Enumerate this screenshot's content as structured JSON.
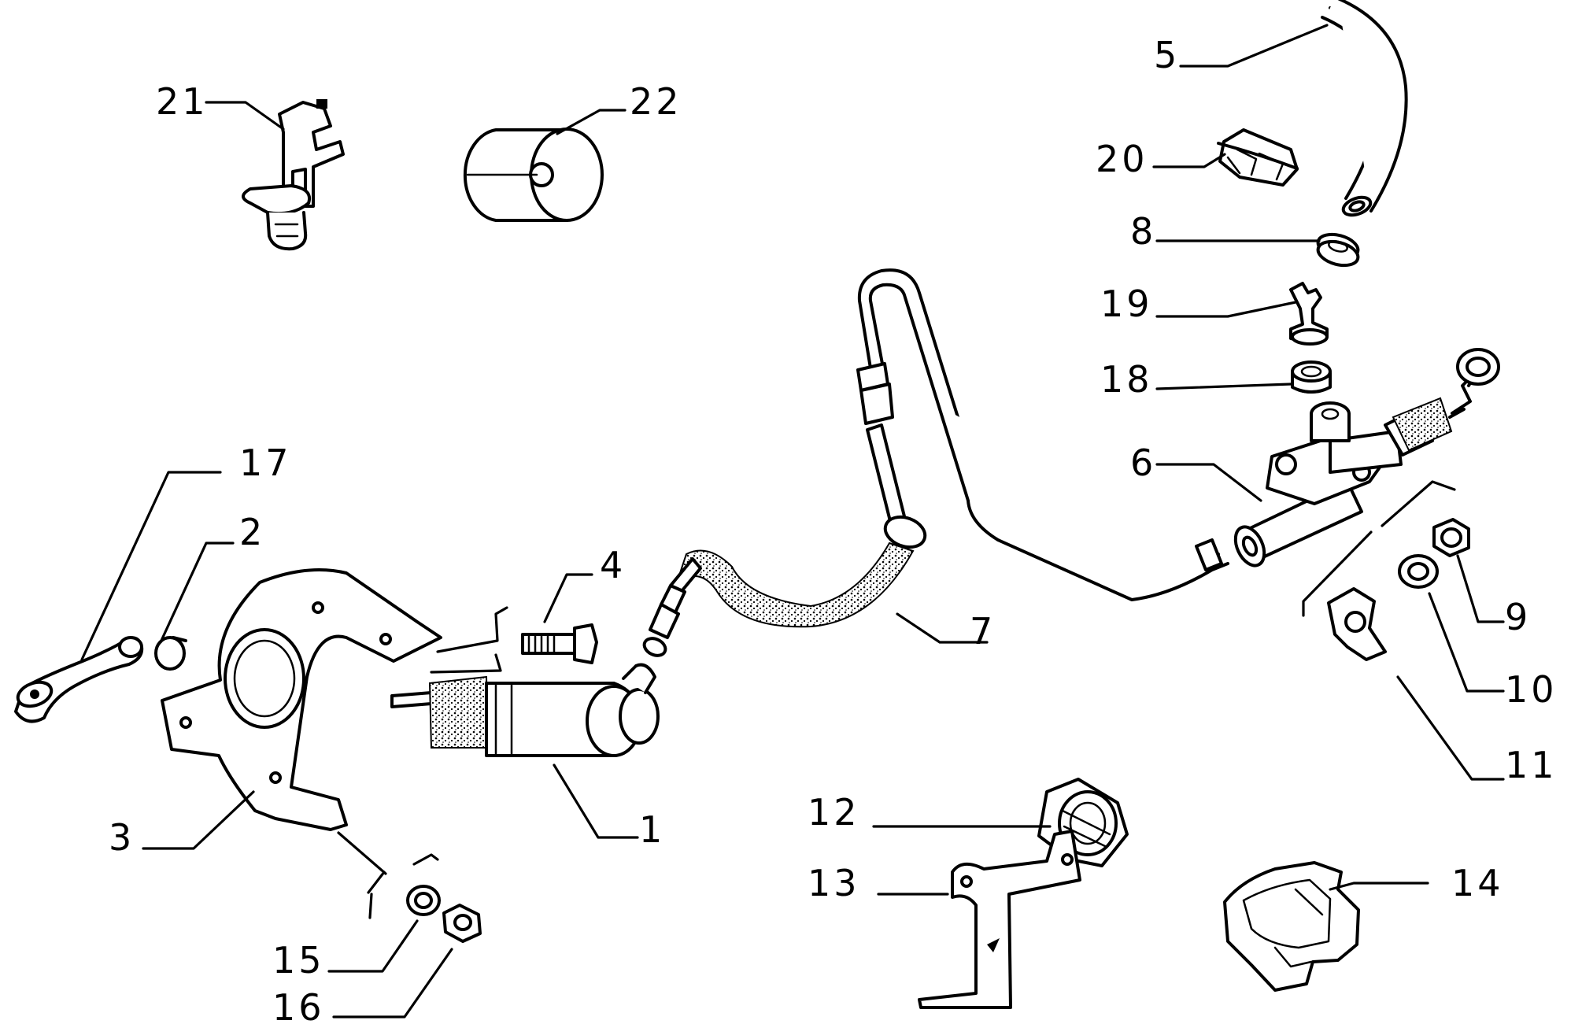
{
  "diagram": {
    "callouts": [
      {
        "id": "c1",
        "number": "1"
      },
      {
        "id": "c2",
        "number": "2"
      },
      {
        "id": "c3",
        "number": "3"
      },
      {
        "id": "c4",
        "number": "4"
      },
      {
        "id": "c5",
        "number": "5"
      },
      {
        "id": "c6",
        "number": "6"
      },
      {
        "id": "c7",
        "number": "7"
      },
      {
        "id": "c8",
        "number": "8"
      },
      {
        "id": "c9",
        "number": "9"
      },
      {
        "id": "c10",
        "number": "10"
      },
      {
        "id": "c11",
        "number": "11"
      },
      {
        "id": "c12",
        "number": "12"
      },
      {
        "id": "c13",
        "number": "13"
      },
      {
        "id": "c14",
        "number": "14"
      },
      {
        "id": "c15",
        "number": "15"
      },
      {
        "id": "c16",
        "number": "16"
      },
      {
        "id": "c17",
        "number": "17"
      },
      {
        "id": "c18",
        "number": "18"
      },
      {
        "id": "c19",
        "number": "19"
      },
      {
        "id": "c20",
        "number": "20"
      },
      {
        "id": "c21",
        "number": "21"
      },
      {
        "id": "c22",
        "number": "22"
      }
    ],
    "colors": {
      "ink": "#000000",
      "paper": "#ffffff"
    }
  }
}
